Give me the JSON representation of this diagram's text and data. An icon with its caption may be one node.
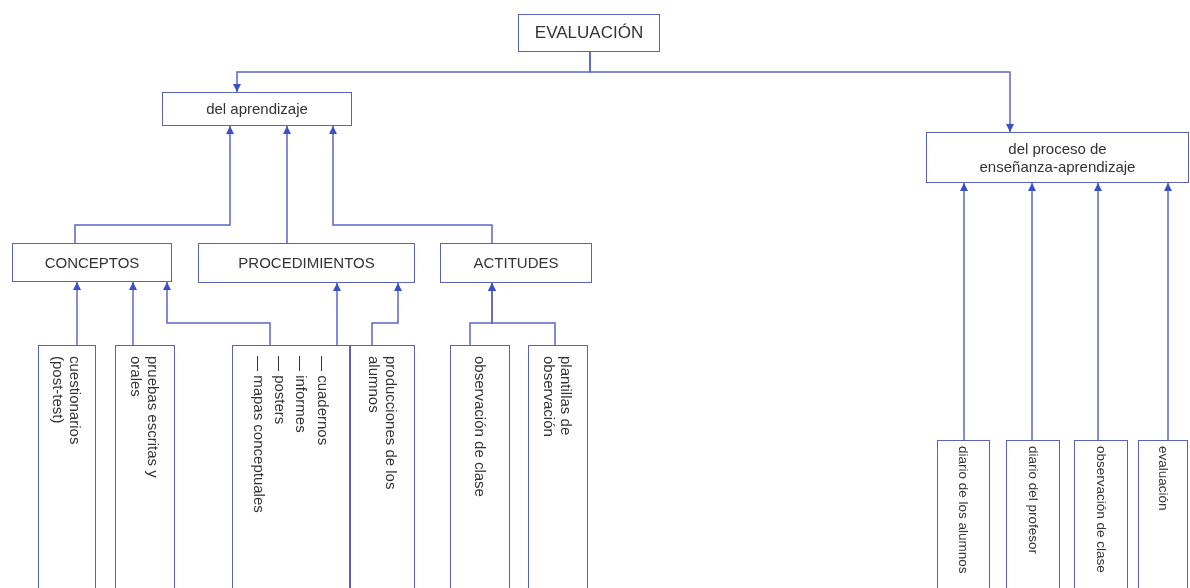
{
  "diagram": {
    "nodes": [
      {
        "text": [
          "EVALUACIÓN"
        ]
      },
      {
        "text": [
          "del aprendizaje"
        ]
      },
      {
        "text": [
          "del proceso de enseñanza-aprendizaje"
        ]
      },
      {
        "text": [
          "CONCEPTOS"
        ]
      },
      {
        "text": [
          "PROCEDIMIENTOS"
        ]
      },
      {
        "text": [
          "ACTITUDES"
        ]
      },
      {
        "text": [
          "cuestionarios (post-test)"
        ]
      },
      {
        "text": [
          "pruebas escritas y orales"
        ]
      },
      {
        "text": [
          "— cuadernos",
          "— informes",
          "— posters",
          "— mapas conceptuales"
        ]
      },
      {
        "text": [
          "producciones de los alumnos"
        ]
      },
      {
        "text": [
          "observación de clase"
        ]
      },
      {
        "text": [
          "plantillas de observación"
        ]
      },
      {
        "text": [
          "diario de los alumnos"
        ]
      },
      {
        "text": [
          "diario del profesor"
        ]
      },
      {
        "text": [
          "observación de clase"
        ]
      },
      {
        "text": [
          "evaluación"
        ]
      }
    ],
    "edges": [
      {
        "from": 0,
        "to": 1,
        "arrow": "to"
      },
      {
        "from": 0,
        "to": 2,
        "arrow": "to"
      },
      {
        "from": 3,
        "to": 1,
        "arrow": "to"
      },
      {
        "from": 4,
        "to": 1,
        "arrow": "to"
      },
      {
        "from": 5,
        "to": 1,
        "arrow": "to"
      },
      {
        "from": 6,
        "to": 3,
        "arrow": "to"
      },
      {
        "from": 7,
        "to": 3,
        "arrow": "to"
      },
      {
        "from": 8,
        "to": 3,
        "arrow": "to"
      },
      {
        "from": 8,
        "to": 4,
        "arrow": "to"
      },
      {
        "from": 9,
        "to": 4,
        "arrow": "to"
      },
      {
        "from": 10,
        "to": 5,
        "arrow": "to"
      },
      {
        "from": 11,
        "to": 5,
        "arrow": "to"
      },
      {
        "from": 12,
        "to": 2,
        "arrow": "to"
      },
      {
        "from": 13,
        "to": 2,
        "arrow": "to"
      },
      {
        "from": 14,
        "to": 2,
        "arrow": "to"
      },
      {
        "from": 15,
        "to": 2,
        "arrow": "to"
      }
    ]
  }
}
